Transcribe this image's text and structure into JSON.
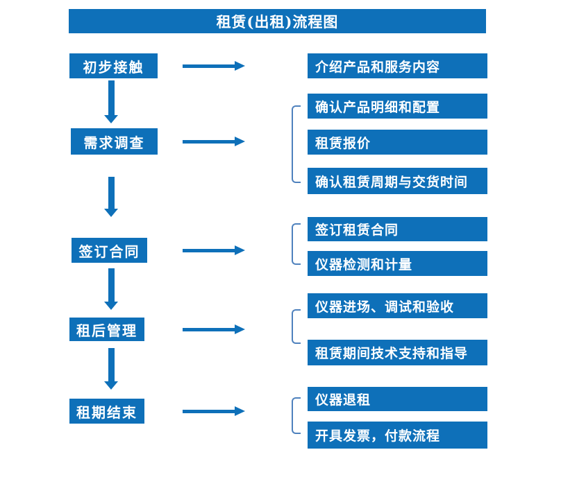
{
  "title": "租赁(出租)流程图",
  "colors": {
    "primary_blue": "#0E70B9",
    "bracket_blue": "#4E81BD",
    "box_text": "#FFFFFF",
    "background": "#FFFFFF"
  },
  "steps": [
    {
      "label": "初步接触",
      "details": [
        "介绍产品和服务内容"
      ]
    },
    {
      "label": "需求调查",
      "details": [
        "确认产品明细和配置",
        "租赁报价",
        "确认租赁周期与交货时间"
      ]
    },
    {
      "label": "签订合同",
      "details": [
        "签订租赁合同",
        "仪器检测和计量"
      ]
    },
    {
      "label": "租后管理",
      "details": [
        "仪器进场、调试和验收",
        "租赁期间技术支持和指导"
      ]
    },
    {
      "label": "租期结束",
      "details": [
        "仪器退租",
        "开具发票，付款流程"
      ]
    }
  ]
}
